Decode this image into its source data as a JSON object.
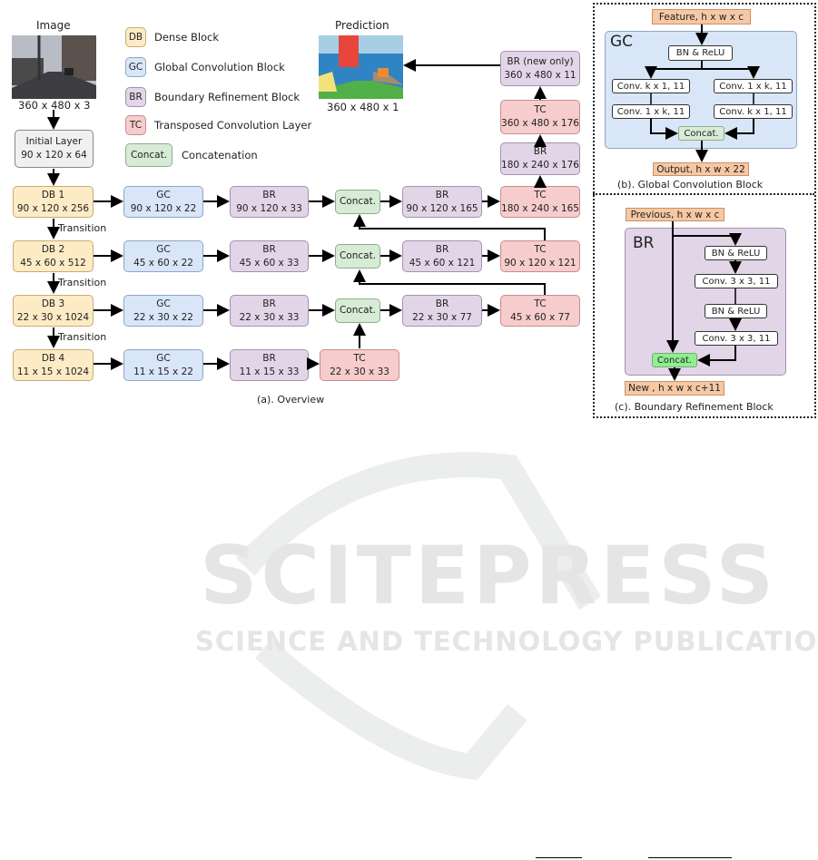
{
  "overview": {
    "image_label": "Image",
    "image_size": "360 x 480 x 3",
    "prediction_label": "Prediction",
    "prediction_size": "360 x 480 x 1",
    "initial_layer": {
      "title": "Initial Layer",
      "size": "90 x 120 x 64"
    },
    "legend": [
      {
        "abbr": "DB",
        "label": "Dense Block"
      },
      {
        "abbr": "GC",
        "label": "Global Convolution Block"
      },
      {
        "abbr": "BR",
        "label": "Boundary Refinement Block"
      },
      {
        "abbr": "TC",
        "label": "Transposed Convolution Layer"
      },
      {
        "abbr": "Concat.",
        "label": "Concatenation"
      }
    ],
    "transition": "Transition",
    "rows": [
      {
        "db": [
          "DB 1",
          "90 x 120 x 256"
        ],
        "gc": [
          "GC",
          "90 x 120 x 22"
        ],
        "br": [
          "BR",
          "90 x 120 x 33"
        ],
        "concat": "Concat.",
        "br2": [
          "BR",
          "90 x 120 x 165"
        ],
        "tc": [
          "TC",
          "180 x 240 x 165"
        ]
      },
      {
        "db": [
          "DB 2",
          "45 x 60 x 512"
        ],
        "gc": [
          "GC",
          "45 x 60 x 22"
        ],
        "br": [
          "BR",
          "45 x 60 x 33"
        ],
        "concat": "Concat.",
        "br2": [
          "BR",
          "45 x 60 x 121"
        ],
        "tc": [
          "TC",
          "90 x 120 x 121"
        ]
      },
      {
        "db": [
          "DB 3",
          "22 x 30 x 1024"
        ],
        "gc": [
          "GC",
          "22 x 30 x 22"
        ],
        "br": [
          "BR",
          "22 x 30 x 33"
        ],
        "concat": "Concat.",
        "br2": [
          "BR",
          "22 x 30 x 77"
        ],
        "tc": [
          "TC",
          "45 x 60 x 77"
        ]
      },
      {
        "db": [
          "DB 4",
          "11 x 15 x 1024"
        ],
        "gc": [
          "GC",
          "11 x 15 x 22"
        ],
        "br": [
          "BR",
          "11 x 15 x 33"
        ],
        "tc": [
          "TC",
          "22 x 30 x 33"
        ]
      }
    ],
    "upper": [
      {
        "title": "BR",
        "size": "180 x 240 x 176"
      },
      {
        "title": "TC",
        "size": "360 x 480 x 176"
      },
      {
        "title": "BR (new only)",
        "size": "360 x 480 x 11"
      }
    ],
    "caption": "(a). Overview"
  },
  "gc_block": {
    "input": "Feature, h x w x c",
    "title": "GC",
    "bn": "BN & ReLU",
    "left": [
      "Conv. k x 1, 11",
      "Conv. 1 x k, 11"
    ],
    "right": [
      "Conv. 1 x k, 11",
      "Conv. k x 1, 11"
    ],
    "concat": "Concat.",
    "output": "Output, h x w x 22",
    "caption": "(b). Global Convolution Block"
  },
  "br_block": {
    "input": "Previous, h x w x c",
    "title": "BR",
    "bn1": "BN & ReLU",
    "conv1": "Conv. 3 x 3, 11",
    "bn2": "BN & ReLU",
    "conv2": "Conv. 3 x 3, 11",
    "concat": "Concat.",
    "output": "New  , h x w x c+11",
    "caption": "(c). Boundary Refinement Block"
  },
  "watermark": {
    "title": "SCITEPRESS",
    "subtitle": "SCIENCE AND TECHNOLOGY PUBLICATIONS"
  }
}
